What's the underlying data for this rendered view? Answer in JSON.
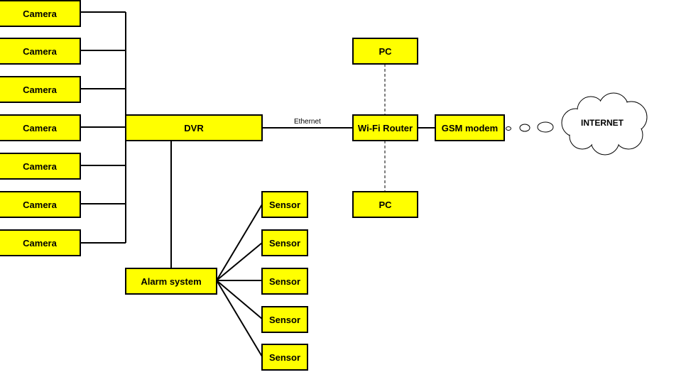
{
  "colors": {
    "node_fill": "#ffff00",
    "node_border": "#000000",
    "cloud_fill": "#ffffff",
    "connector": "#000000"
  },
  "diagram": {
    "cameras": [
      "Camera",
      "Camera",
      "Camera",
      "Camera",
      "Camera",
      "Camera",
      "Camera"
    ],
    "dvr": "DVR",
    "alarm_system": "Alarm system",
    "sensors": [
      "Sensor",
      "Sensor",
      "Sensor",
      "Sensor",
      "Sensor"
    ],
    "wifi_router": "Wi-Fi Router",
    "pc_top": "PC",
    "pc_bottom": "PC",
    "gsm_modem": "GSM modem",
    "internet": "INTERNET",
    "ethernet_label": "Ethernet"
  }
}
